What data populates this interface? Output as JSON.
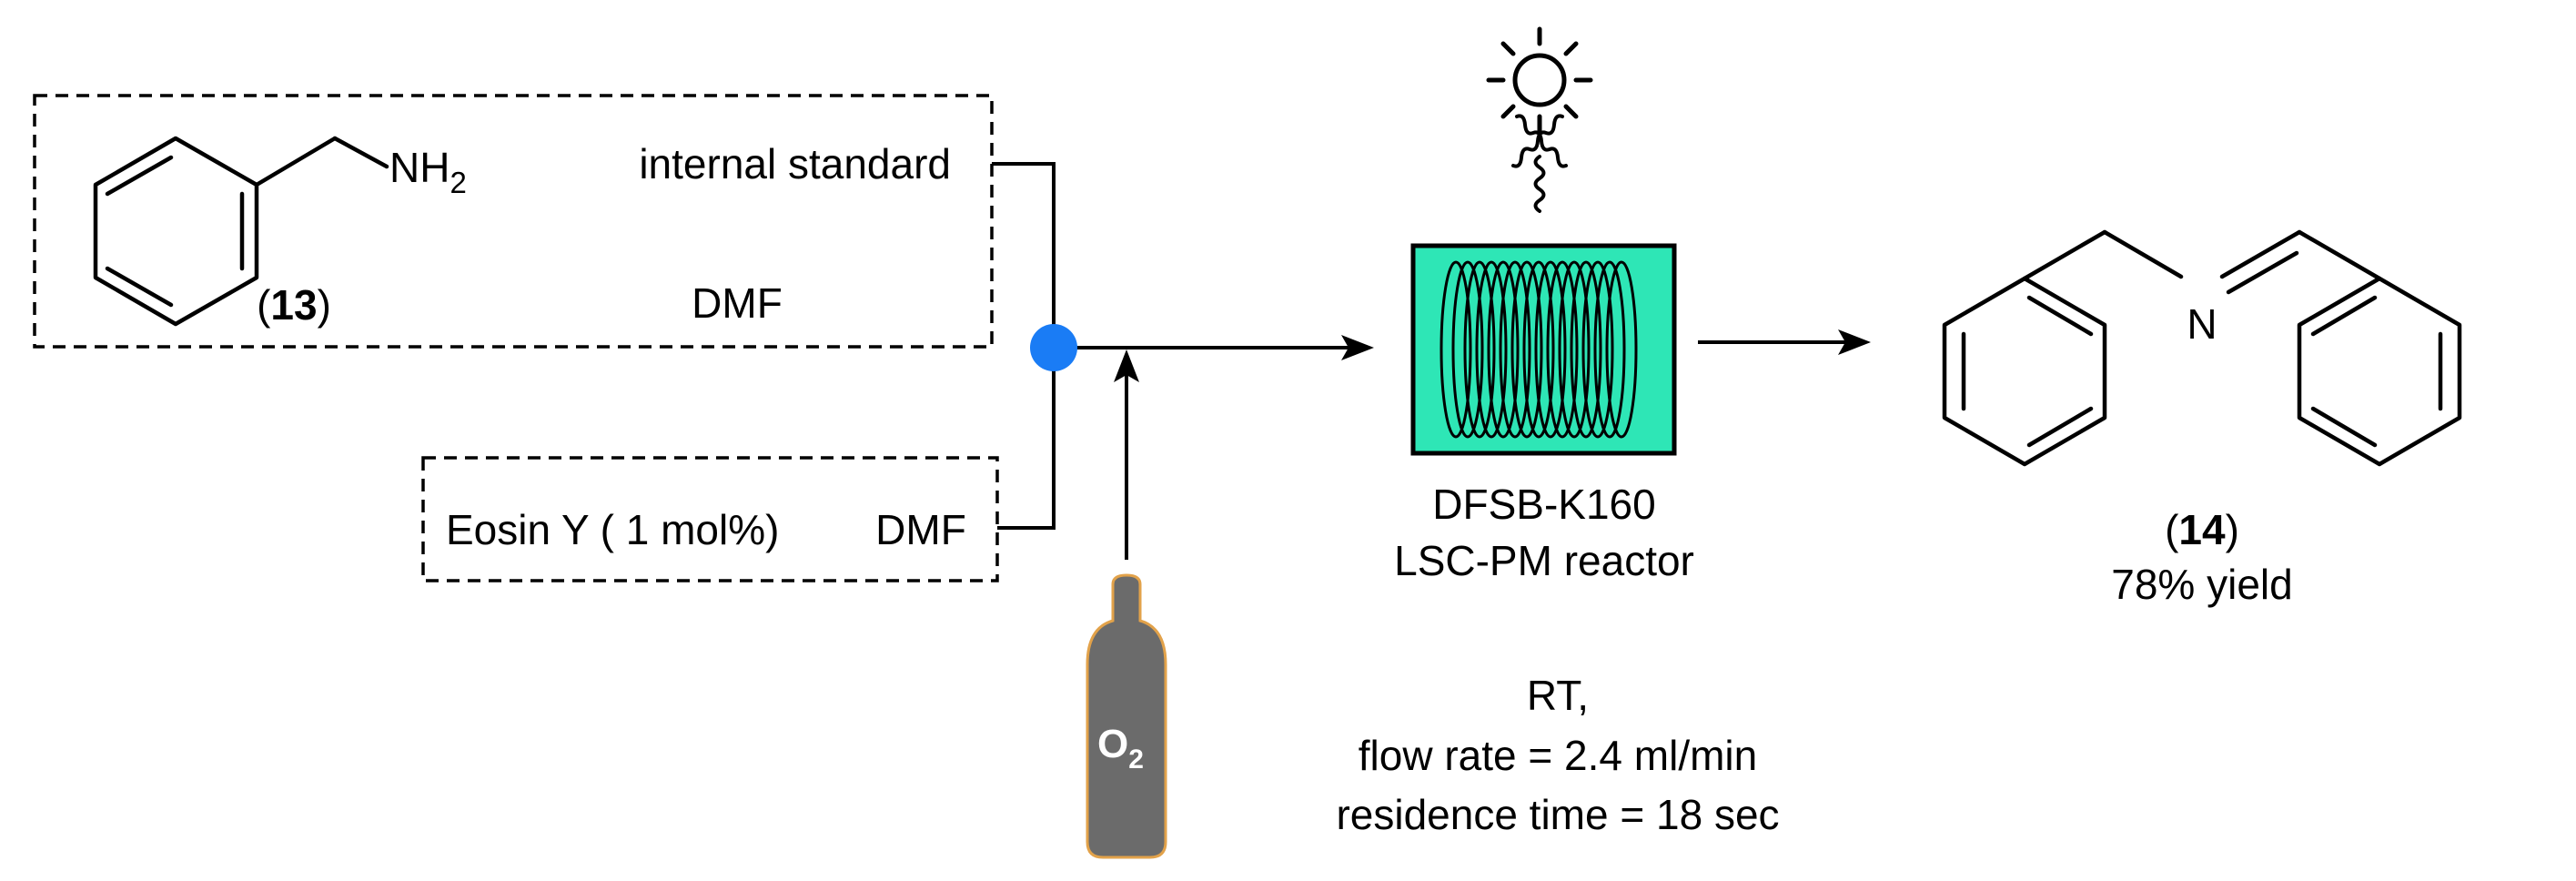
{
  "reagent_box": {
    "amine_group": "NH",
    "amine_subscript": "2",
    "compound_number": "13",
    "internal_standard_label": "internal standard",
    "solvent_label": "DMF"
  },
  "catalyst_box": {
    "catalyst_label": "Eosin Y ( 1 mol%)",
    "solvent_label": "DMF"
  },
  "gas_cylinder": {
    "gas_letter": "O",
    "gas_subscript": "2",
    "cylinder_color": "#6b6b6b"
  },
  "reactor": {
    "name_line1": "DFSB-K160",
    "name_line2": "LSC-PM reactor",
    "fill_color": "#2ee6b6",
    "light_source_icon": "sun-icon"
  },
  "conditions": {
    "line1": "RT,",
    "line2": "flow rate = 2.4 ml/min",
    "line3": "residence time = 18 sec"
  },
  "product": {
    "imine_atom": "N",
    "compound_number": "14",
    "yield_label": "78% yield"
  },
  "mixer_color": "#1a7cf5"
}
